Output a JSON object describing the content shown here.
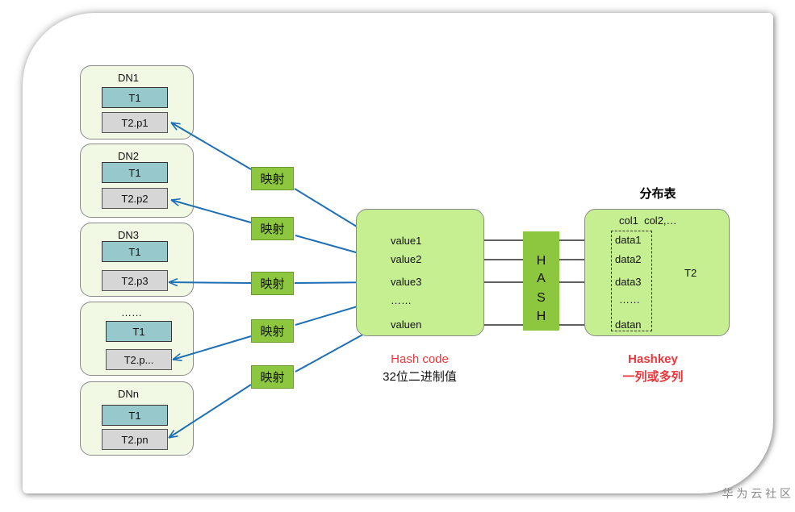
{
  "nodes": [
    {
      "name": "DN1",
      "t1": "T1",
      "part": "T2.p1"
    },
    {
      "name": "DN2",
      "t1": "T1",
      "part": "T2.p2"
    },
    {
      "name": "DN3",
      "t1": "T1",
      "part": "T2.p3"
    },
    {
      "name": "……",
      "t1": "T1",
      "part": "T2.p..."
    },
    {
      "name": "DNn",
      "t1": "T1",
      "part": "T2.pn"
    }
  ],
  "mapping_label": "映射",
  "hash_values": [
    "value1",
    "value2",
    "value3",
    "……",
    "valuen"
  ],
  "hash_letters": [
    "H",
    "A",
    "S",
    "H"
  ],
  "dist_table": {
    "title": "分布表",
    "columns": "col1  col2,…",
    "table_name": "T2",
    "data": [
      "data1",
      "data2",
      "data3",
      "……",
      "datan"
    ]
  },
  "captions": {
    "hash_code": "Hash code",
    "hash_code_sub": "32位二进制值",
    "hashkey": "Hashkey",
    "hashkey_sub": "一列或多列"
  },
  "watermark": "华 为 云 社 区",
  "colors": {
    "arrow_blue": "#1f6fb5",
    "green_label": "#8dc63f",
    "light_green": "#c6ef91",
    "red": "#e8373d"
  }
}
